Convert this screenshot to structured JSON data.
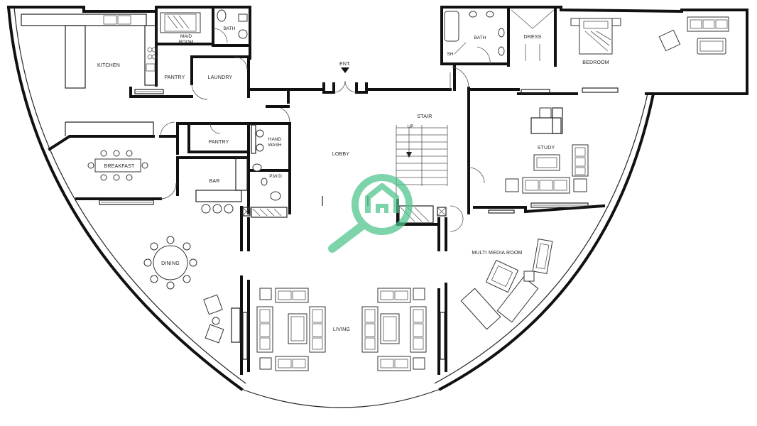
{
  "rooms": {
    "kitchen": "KITCHEN",
    "maid_room_line1": "MAID",
    "maid_room_line2": "ROOM",
    "bath_left": "BATH",
    "pantry_top": "PANTRY",
    "laundry": "LAUNDRY",
    "entrance": "ENT.",
    "bath_right": "BATH",
    "shower": "SH",
    "dress": "DRESS",
    "bedroom": "BEDROOM",
    "stair": "STAIR",
    "stair_up": "UP",
    "breakfast": "BREAKFAST",
    "pantry_mid": "PANTRY",
    "hand_wash_line1": "HAND",
    "hand_wash_line2": "WASH",
    "lobby": "LOBBY",
    "study": "STUDY",
    "bar": "BAR",
    "pwd": "P.W.D",
    "multi_media": "MULTI MEDIA ROOM",
    "dining": "DINING",
    "living": "LIVING"
  },
  "colors": {
    "walls": "#111111",
    "watermark": "#4cc38a"
  },
  "icons": {
    "watermark": "home-magnifier-icon",
    "entrance_marker": "triangle-down-icon"
  }
}
